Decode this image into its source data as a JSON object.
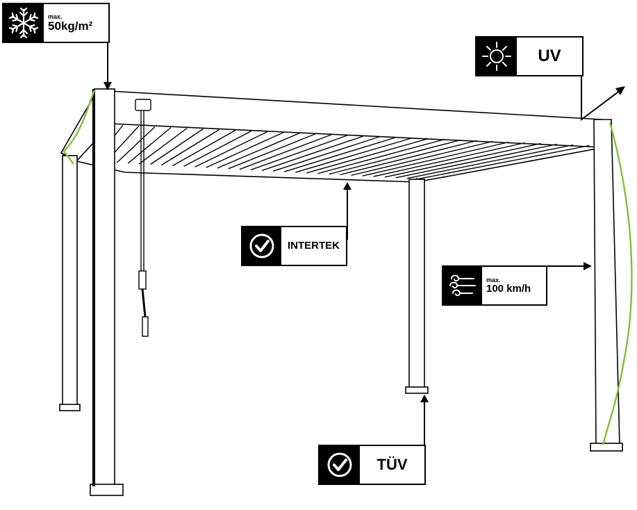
{
  "colors": {
    "line": "#000000",
    "accent_cable": "#7dc13a",
    "badge_icon_bg": "#000000",
    "badge_text": "#000000"
  },
  "badges": {
    "snow": {
      "icon": "snowflake-icon",
      "qualifier": "max.",
      "value": "50kg/m²"
    },
    "uv": {
      "icon": "sun-icon",
      "value": "UV"
    },
    "intertek": {
      "icon": "check-circle-icon",
      "value": "INTERTEK"
    },
    "wind": {
      "icon": "wind-icon",
      "qualifier": "max.",
      "value": "100 km/h"
    },
    "tuv": {
      "icon": "check-circle-icon",
      "value": "TÜV"
    }
  }
}
